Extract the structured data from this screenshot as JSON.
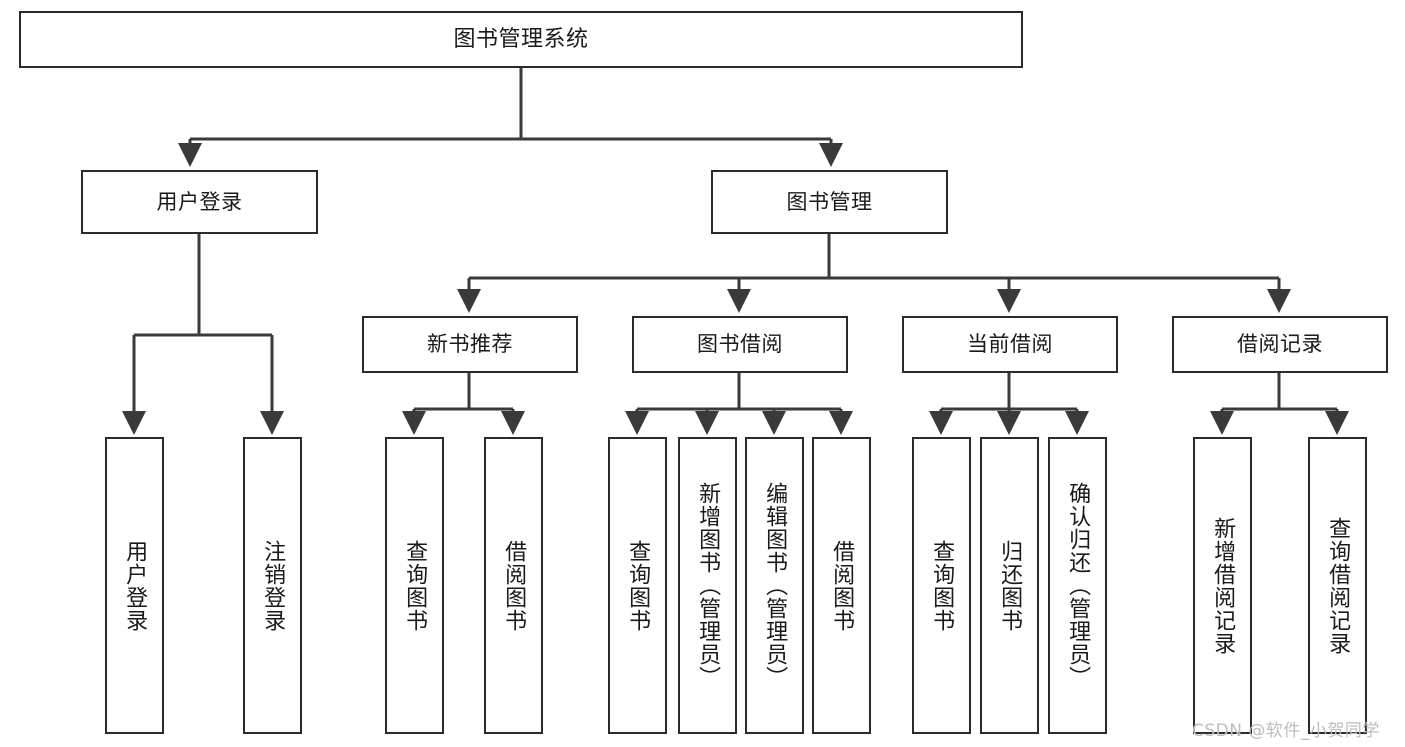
{
  "diagram": {
    "type": "tree-hierarchy-flowchart",
    "title_node": "图书管理系统",
    "watermark": "CSDN @软件_小贺同学",
    "colors": {
      "box_border": "#2b2b2b",
      "box_fill": "#ffffff",
      "edge": "#3a3a3a",
      "text": "#1a1a1a",
      "watermark": "#bdbdbd",
      "background": "#ffffff"
    },
    "levels": {
      "level1": [
        "图书管理系统"
      ],
      "level2": [
        "用户登录",
        "图书管理"
      ],
      "level3": [
        "新书推荐",
        "图书借阅",
        "当前借阅",
        "借阅记录"
      ],
      "level4": [
        "用户登录",
        "注销登录",
        "查询图书",
        "借阅图书",
        "查询图书",
        "新增图书（管理员）",
        "编辑图书（管理员）",
        "借阅图书",
        "查询图书",
        "归还图书",
        "确认归还（管理员）",
        "新增借阅记录",
        "查询借阅记录"
      ]
    },
    "nodes": {
      "root": {
        "label": "图书管理系统"
      },
      "user_login": {
        "label": "用户登录"
      },
      "book_manage": {
        "label": "图书管理"
      },
      "new_book_rec": {
        "label": "新书推荐"
      },
      "book_borrow": {
        "label": "图书借阅"
      },
      "current_borrow": {
        "label": "当前借阅"
      },
      "borrow_record": {
        "label": "借阅记录"
      },
      "leaf_user_login": {
        "label": "用户登录"
      },
      "leaf_logout": {
        "label": "注销登录"
      },
      "leaf_query_book_1": {
        "label": "查询图书"
      },
      "leaf_borrow_book_1": {
        "label": "借阅图书"
      },
      "leaf_query_book_2": {
        "label": "查询图书"
      },
      "leaf_add_book_admin": {
        "label": "新增图书（管理员）"
      },
      "leaf_edit_book_admin": {
        "label": "编辑图书（管理员）"
      },
      "leaf_borrow_book_2": {
        "label": "借阅图书"
      },
      "leaf_query_book_3": {
        "label": "查询图书"
      },
      "leaf_return_book": {
        "label": "归还图书"
      },
      "leaf_confirm_return_admin": {
        "label": "确认归还（管理员）"
      },
      "leaf_add_borrow_record": {
        "label": "新增借阅记录"
      },
      "leaf_query_borrow_record": {
        "label": "查询借阅记录"
      }
    },
    "edges": [
      {
        "from": "图书管理系统",
        "to": "用户登录"
      },
      {
        "from": "图书管理系统",
        "to": "图书管理"
      },
      {
        "from": "用户登录",
        "to": "用户登录"
      },
      {
        "from": "用户登录",
        "to": "注销登录"
      },
      {
        "from": "图书管理",
        "to": "新书推荐"
      },
      {
        "from": "图书管理",
        "to": "图书借阅"
      },
      {
        "from": "图书管理",
        "to": "当前借阅"
      },
      {
        "from": "图书管理",
        "to": "借阅记录"
      },
      {
        "from": "新书推荐",
        "to": "查询图书"
      },
      {
        "from": "新书推荐",
        "to": "借阅图书"
      },
      {
        "from": "图书借阅",
        "to": "查询图书"
      },
      {
        "from": "图书借阅",
        "to": "新增图书（管理员）"
      },
      {
        "from": "图书借阅",
        "to": "编辑图书（管理员）"
      },
      {
        "from": "图书借阅",
        "to": "借阅图书"
      },
      {
        "from": "当前借阅",
        "to": "查询图书"
      },
      {
        "from": "当前借阅",
        "to": "归还图书"
      },
      {
        "from": "当前借阅",
        "to": "确认归还（管理员）"
      },
      {
        "from": "借阅记录",
        "to": "新增借阅记录"
      },
      {
        "from": "借阅记录",
        "to": "查询借阅记录"
      }
    ]
  }
}
